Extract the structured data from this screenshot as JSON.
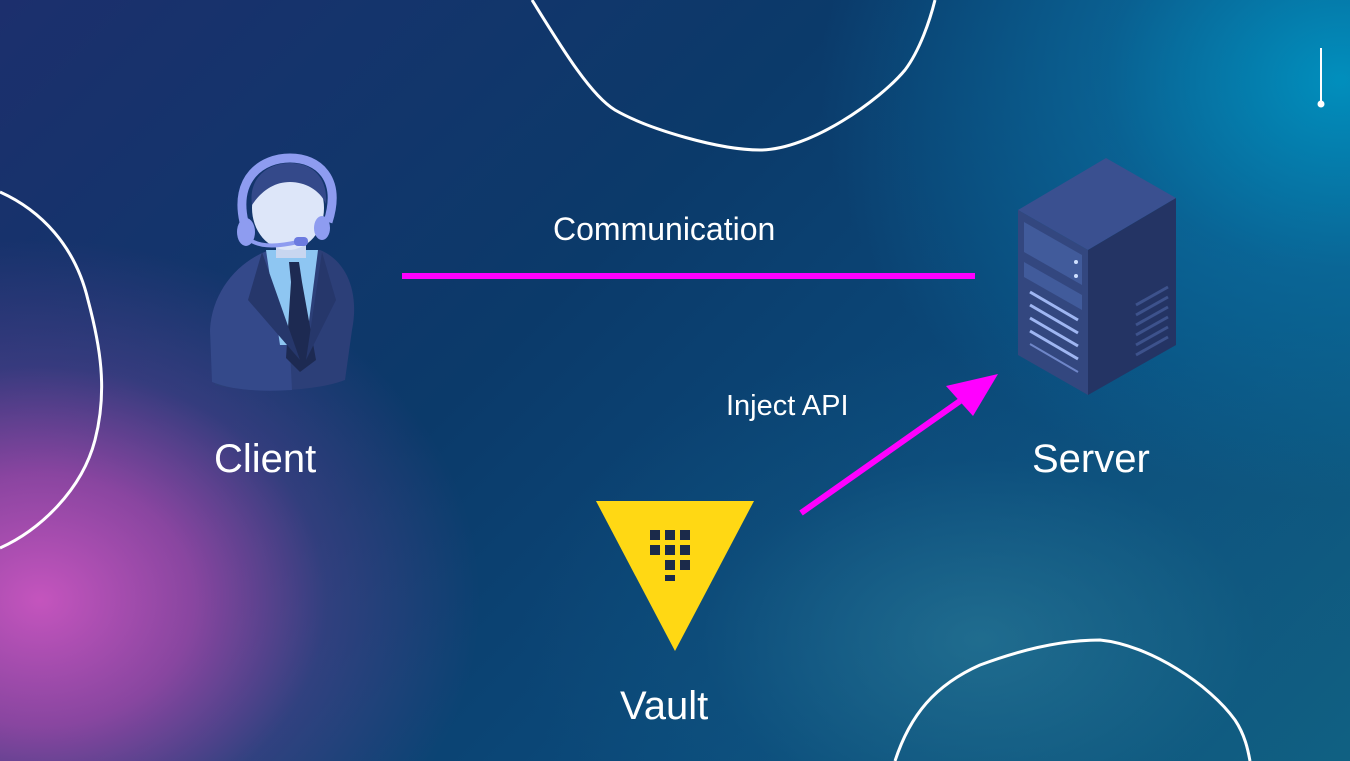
{
  "nodes": {
    "client": {
      "label": "Client",
      "icon": "support-agent-icon"
    },
    "server": {
      "label": "Server",
      "icon": "server-rack-icon"
    },
    "vault": {
      "label": "Vault",
      "icon": "vault-logo-icon"
    }
  },
  "edges": {
    "communication": {
      "label": "Communication",
      "from": "Client",
      "to": "Server"
    },
    "inject_api": {
      "label": "Inject API",
      "from": "Vault",
      "to": "Server"
    }
  },
  "colors": {
    "connector": "#ff00ff",
    "vault_logo": "#ffd814",
    "text": "#ffffff",
    "background_left": "#c455be",
    "background_right": "#0b8fc0"
  }
}
